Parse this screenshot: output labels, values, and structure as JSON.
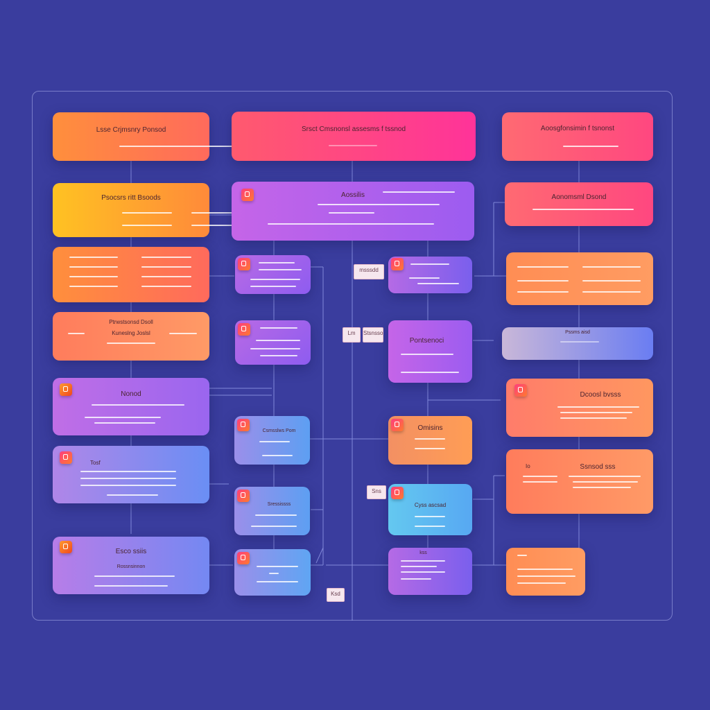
{
  "diagram": {
    "left_column": [
      {
        "id": "L1",
        "title": "Lsse  Crjmsnry  Ponsod"
      },
      {
        "id": "L2",
        "title": "Psocsrs ritt Bsoods"
      },
      {
        "id": "L3",
        "title": ""
      },
      {
        "id": "L4",
        "title": "Ptrwstsonsd  Dsoll",
        "sub": "Kuneslng  Joslsl"
      },
      {
        "id": "L5",
        "title": "Nonod"
      },
      {
        "id": "L6",
        "title": "Tosf"
      },
      {
        "id": "L7",
        "title": "Esco  ssiis",
        "sub": "Rossnsinnon"
      }
    ],
    "middle_top": {
      "id": "M1",
      "title": "Srsct  Cmsnonsl  assesms  f  tssnod"
    },
    "middle_main": {
      "id": "M2",
      "title": "Aossilis"
    },
    "middle_nodes": [
      {
        "id": "S1",
        "title": ""
      },
      {
        "id": "S2",
        "title": ""
      },
      {
        "id": "S3",
        "title": "Csmsslws  Pom"
      },
      {
        "id": "S4",
        "title": "Sressissss"
      },
      {
        "id": "S5",
        "title": ""
      }
    ],
    "center_nodes": [
      {
        "id": "C1",
        "title": ""
      },
      {
        "id": "C2",
        "title": "Pontsenoci"
      },
      {
        "id": "C3",
        "title": "Omisins"
      },
      {
        "id": "C4",
        "title": "Cyss  ascsad"
      },
      {
        "id": "C5",
        "title": "kss"
      }
    ],
    "right_column": [
      {
        "id": "R1",
        "title": "Aoosgfonsimin  f  tsnonst"
      },
      {
        "id": "R2",
        "title": "Aonomsml  Dsond"
      },
      {
        "id": "R3",
        "title": ""
      },
      {
        "id": "R4",
        "title": "Pssms  aisd"
      },
      {
        "id": "R5",
        "title": "Dcoosl  bvsss"
      },
      {
        "id": "R6",
        "title": "Ssnsod  sss",
        "side": "Io"
      },
      {
        "id": "R7",
        "title": ""
      }
    ],
    "tags": [
      {
        "id": "T1",
        "label": "msssdd"
      },
      {
        "id": "T2",
        "label": "Lm"
      },
      {
        "id": "T3",
        "label": "Stsnsso"
      },
      {
        "id": "T4",
        "label": "Sns"
      },
      {
        "id": "T5",
        "label": "Ksd"
      }
    ]
  },
  "colors": {
    "background": "#3a3d9e",
    "frame": "#c8cdff",
    "wire": "#9aa3ee"
  }
}
